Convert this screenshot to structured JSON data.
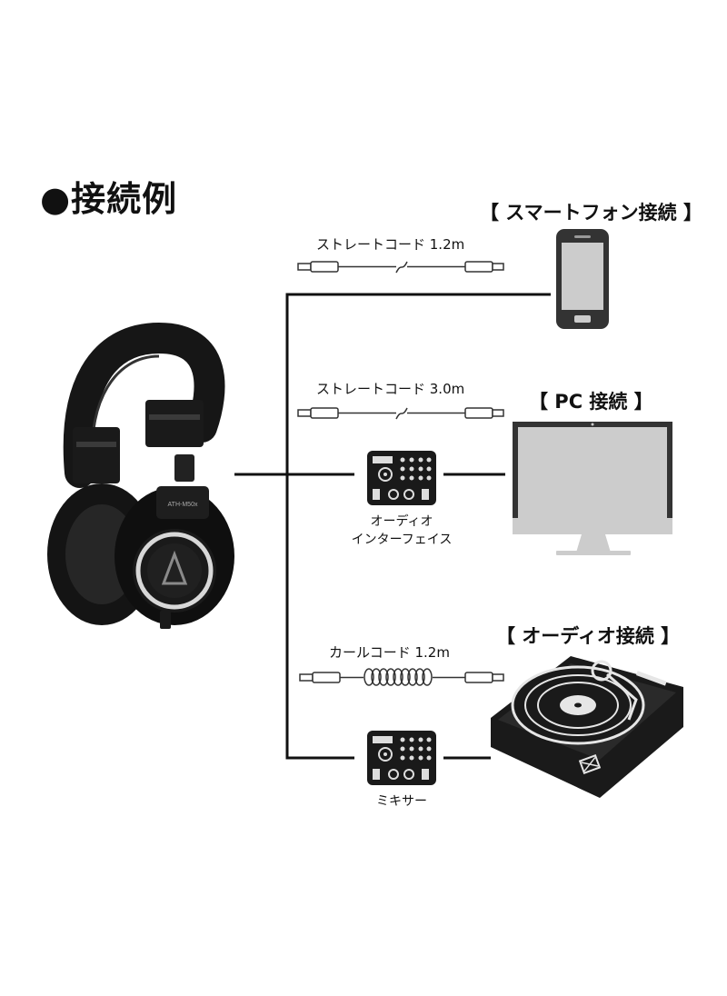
{
  "title": "●接続例",
  "sections": {
    "smartphone": "【 スマートフォン接続 】",
    "pc": "【 PC 接続 】",
    "audio": "【 オーディオ接続 】"
  },
  "cables": {
    "straight_short": "ストレートコード 1.2m",
    "straight_long": "ストレートコード 3.0m",
    "coiled": "カールコード 1.2m"
  },
  "devices": {
    "interface_line1": "オーディオ",
    "interface_line2": "インターフェイス",
    "mixer": "ミキサー"
  },
  "product": {
    "model_text": "ATH-M50x"
  }
}
